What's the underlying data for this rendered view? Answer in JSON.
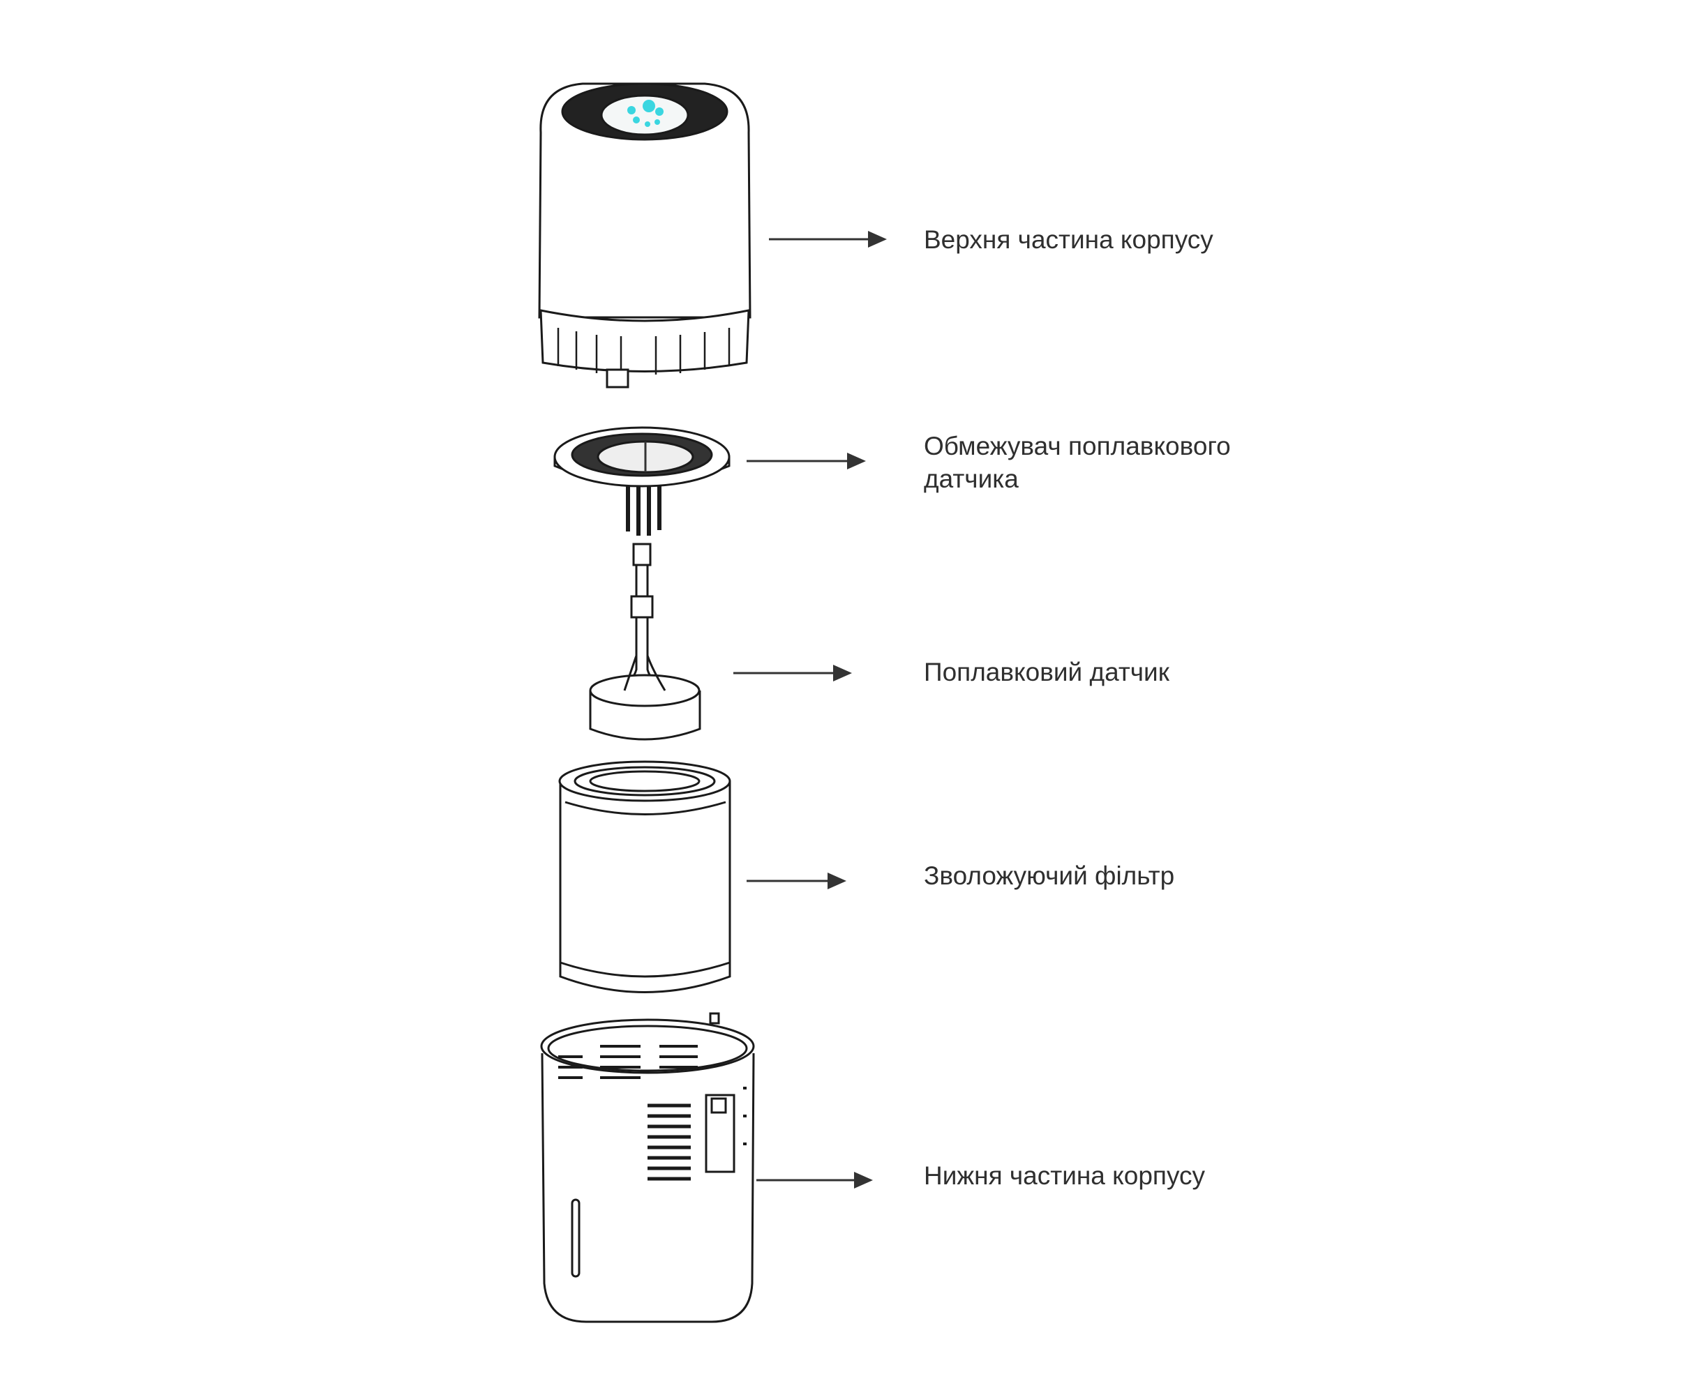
{
  "labels": {
    "upper_housing": "Верхня частина корпусу",
    "float_limiter_line1": "Обмежувач поплавкового",
    "float_limiter_line2": "датчика",
    "float_sensor": "Поплавковий датчик",
    "humidifying_filter": "Зволожуючий фільтр",
    "lower_housing": "Нижня частина корпусу"
  },
  "colors": {
    "line": "#1a1a1a",
    "arrow": "#333333",
    "indicator": "#3ad6e0"
  }
}
